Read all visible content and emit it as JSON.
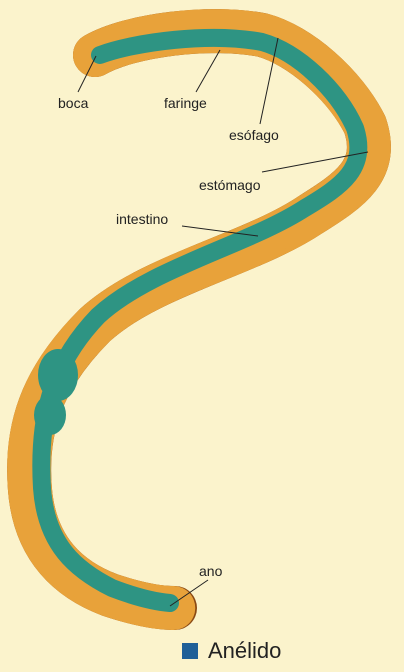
{
  "labels": {
    "boca": "boca",
    "faringe": "faringe",
    "esofago": "esófago",
    "estomago": "estómago",
    "intestino": "intestino",
    "ano": "ano"
  },
  "caption": {
    "text": "Anélido",
    "swatch_color": "#1f5f97"
  },
  "colors": {
    "background": "#fbf3cc",
    "body_wall": "#e8a23a",
    "outline": "#8a4a14",
    "digestive_tract": "#2e9483",
    "leader_line": "#222222"
  }
}
